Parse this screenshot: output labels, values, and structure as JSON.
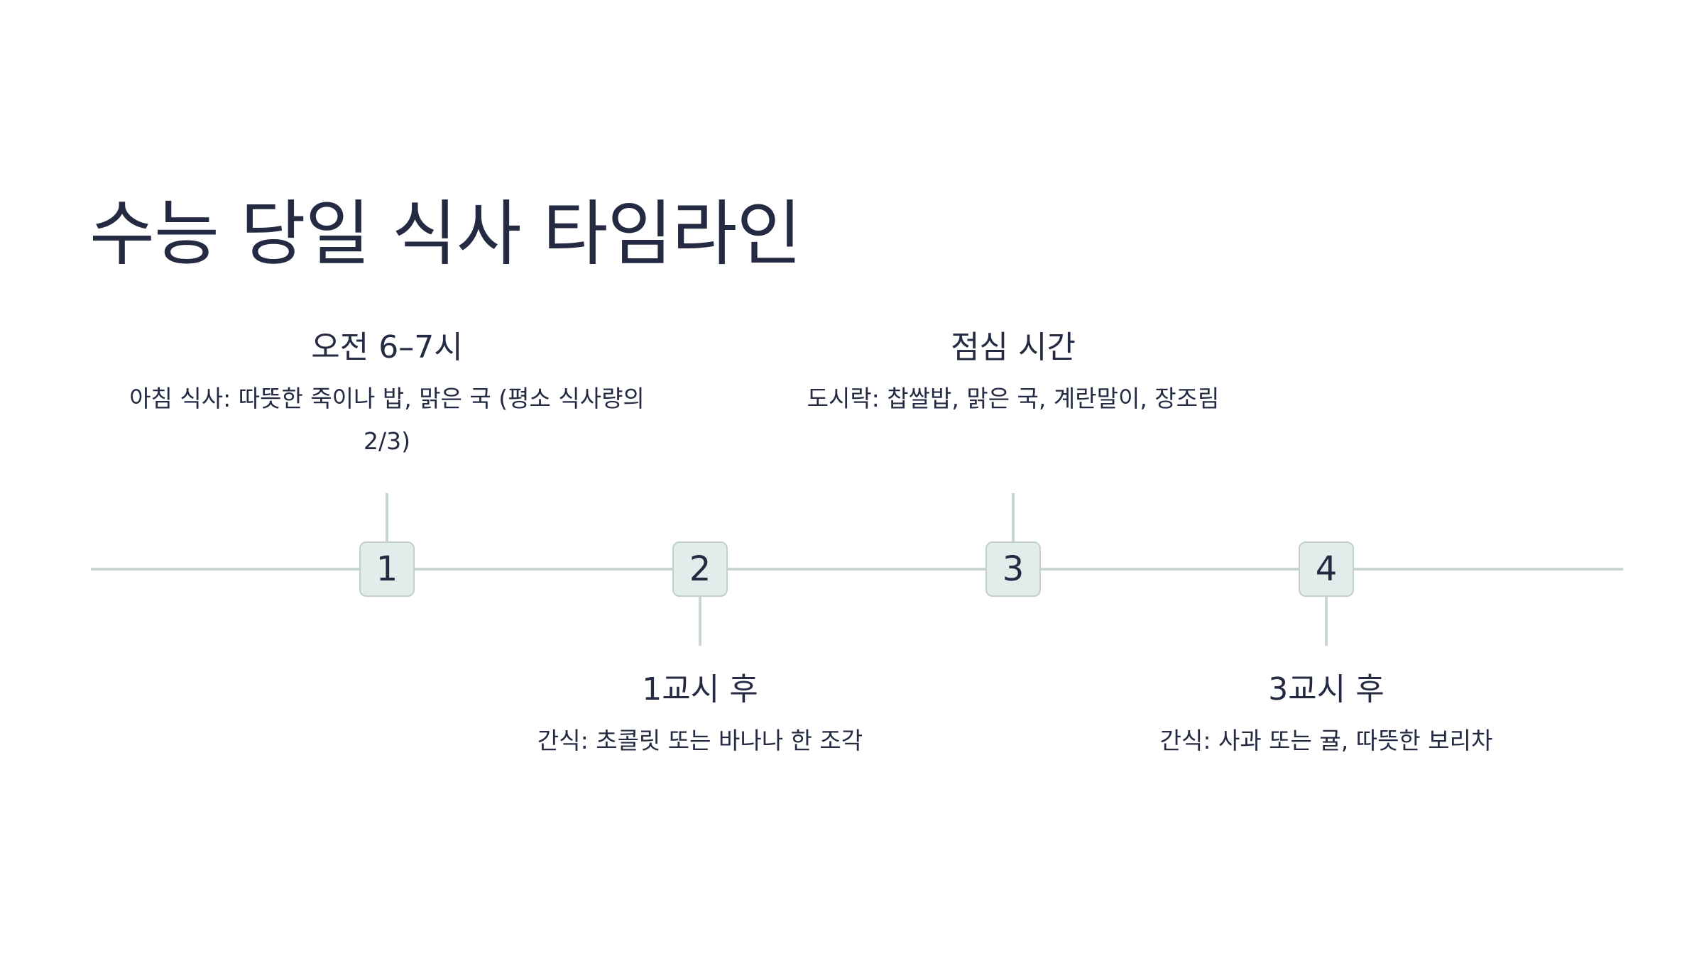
{
  "title": "수능 당일 식사 타임라인",
  "colors": {
    "text": "#232a42",
    "axis": "#c9d6d4",
    "marker_fill": "#e2ecea",
    "marker_border": "#bfd0cd"
  },
  "events": [
    {
      "number": "1",
      "time": "오전 6–7시",
      "description": "아침 식사: 따뜻한 죽이나 밥, 맑은 국 (평소 식사량의 2/3)",
      "side": "above"
    },
    {
      "number": "2",
      "time": "1교시 후",
      "description": "간식: 초콜릿 또는 바나나 한 조각",
      "side": "below"
    },
    {
      "number": "3",
      "time": "점심 시간",
      "description": "도시락: 찹쌀밥, 맑은 국, 계란말이, 장조림",
      "side": "above"
    },
    {
      "number": "4",
      "time": "3교시 후",
      "description": "간식: 사과 또는 귤, 따뜻한 보리차",
      "side": "below"
    }
  ]
}
